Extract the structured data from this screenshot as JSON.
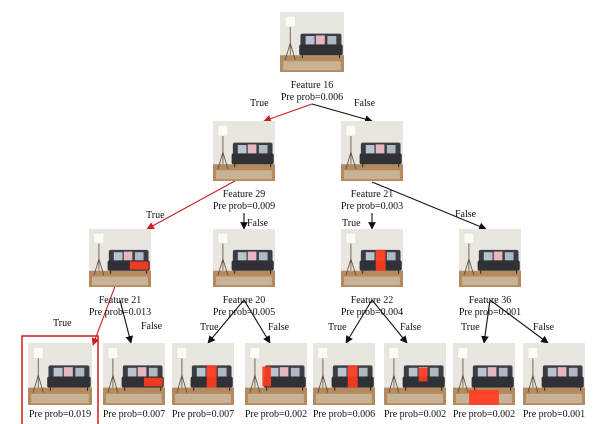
{
  "colors": {
    "highlight": "#cc1f1f",
    "edge": "#111111",
    "mask": "#ff3b1f",
    "wall": "#e9e6df",
    "floor": "#b58a5e",
    "sofa": "#3b3d44"
  },
  "nodes": [
    {
      "id": "n0",
      "feature": "Feature 16",
      "prob": "Pre prob=0.006",
      "mask": "none"
    },
    {
      "id": "n1",
      "feature": "Feature 29",
      "prob": "Pre prob=0.009",
      "mask": "none"
    },
    {
      "id": "n2",
      "feature": "Feature 21",
      "prob": "Pre prob=0.003",
      "mask": "none"
    },
    {
      "id": "n3",
      "feature": "Feature 21",
      "prob": "Pre prob=0.013",
      "mask": "right"
    },
    {
      "id": "n4",
      "feature": "Feature 20",
      "prob": "Pre prob=0.005",
      "mask": "none"
    },
    {
      "id": "n5",
      "feature": "Feature 22",
      "prob": "Pre prob=0.004",
      "mask": "center"
    },
    {
      "id": "n6",
      "feature": "Feature 36",
      "prob": "Pre prob=0.001",
      "mask": "none"
    },
    {
      "id": "l0",
      "feature": "",
      "prob": "Pre prob=0.019",
      "mask": "none",
      "highlight": true
    },
    {
      "id": "l1",
      "feature": "",
      "prob": "Pre prob=0.007",
      "mask": "right"
    },
    {
      "id": "l2",
      "feature": "",
      "prob": "Pre prob=0.007",
      "mask": "center"
    },
    {
      "id": "l3",
      "feature": "",
      "prob": "Pre prob=0.002",
      "mask": "left"
    },
    {
      "id": "l4",
      "feature": "",
      "prob": "Pre prob=0.006",
      "mask": "center"
    },
    {
      "id": "l5",
      "feature": "",
      "prob": "Pre prob=0.002",
      "mask": "rightSmall"
    },
    {
      "id": "l6",
      "feature": "",
      "prob": "Pre prob=0.002",
      "mask": "bottom"
    },
    {
      "id": "l7",
      "feature": "",
      "prob": "Pre prob=0.001",
      "mask": "none"
    }
  ],
  "edges": [
    {
      "from": "n0",
      "to": "n1",
      "label": "True",
      "highlight": true
    },
    {
      "from": "n0",
      "to": "n2",
      "label": "False",
      "highlight": false
    },
    {
      "from": "n1",
      "to": "n3",
      "label": "True",
      "highlight": true
    },
    {
      "from": "n1",
      "to": "n4",
      "label": "False",
      "highlight": false
    },
    {
      "from": "n2",
      "to": "n5",
      "label": "True",
      "highlight": false
    },
    {
      "from": "n2",
      "to": "n6",
      "label": "False",
      "highlight": false
    },
    {
      "from": "n3",
      "to": "l0",
      "label": "True",
      "highlight": true
    },
    {
      "from": "n3",
      "to": "l1",
      "label": "False",
      "highlight": false
    },
    {
      "from": "n4",
      "to": "l2",
      "label": "True",
      "highlight": false
    },
    {
      "from": "n4",
      "to": "l3",
      "label": "False",
      "highlight": false
    },
    {
      "from": "n5",
      "to": "l4",
      "label": "True",
      "highlight": false
    },
    {
      "from": "n5",
      "to": "l5",
      "label": "False",
      "highlight": false
    },
    {
      "from": "n6",
      "to": "l6",
      "label": "True",
      "highlight": false
    },
    {
      "from": "n6",
      "to": "l7",
      "label": "False",
      "highlight": false
    }
  ]
}
